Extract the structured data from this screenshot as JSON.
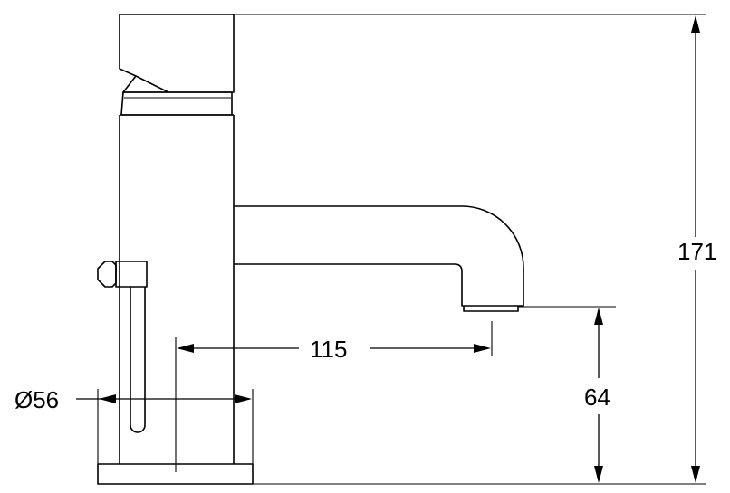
{
  "dimensions": {
    "height_total": "171",
    "spout_height": "64",
    "spout_reach": "115",
    "base_diameter": "Ø56"
  }
}
